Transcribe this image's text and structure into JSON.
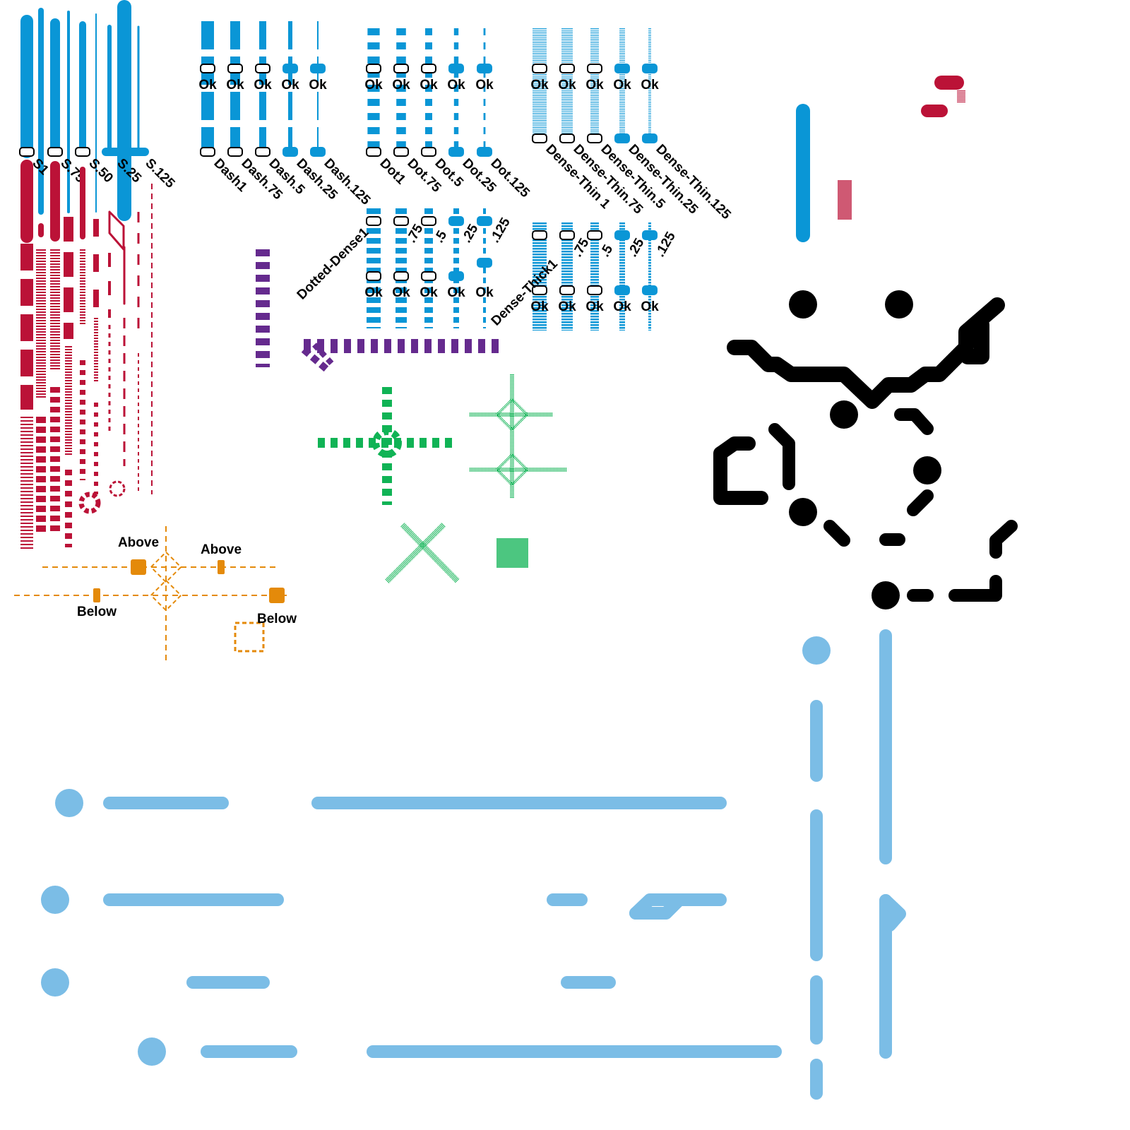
{
  "colors": {
    "blue": "#0a96d6",
    "red": "#bb1237",
    "purple": "#652a8e",
    "green": "#10b355",
    "orange": "#e48a0a",
    "black": "#000000",
    "light_blue": "#7bbde6"
  },
  "groups": {
    "solid": {
      "labels": [
        "S1",
        "S.75",
        "S.50",
        "S.25",
        "S.125"
      ]
    },
    "dash": {
      "labels": [
        "Dash1",
        "Dash.75",
        "Dash.5",
        "Dash.25",
        "Dash.125"
      ],
      "ok": [
        "Ok",
        "Ok",
        "Ok",
        "Ok",
        "Ok"
      ]
    },
    "dot": {
      "labels": [
        "Dot1",
        "Dot.75",
        "Dot.5",
        "Dot.25",
        "Dot.125"
      ],
      "ok": [
        "Ok",
        "Ok",
        "Ok",
        "Ok",
        "Ok"
      ]
    },
    "dense_thin": {
      "labels": [
        "Dense-Thin 1",
        "Dense-Thin.75",
        "Dense-Thin.5",
        "Dense-Thin.25",
        "Dense-Thin.125"
      ],
      "ok": [
        "Ok",
        "Ok",
        "Ok",
        "Ok",
        "Ok"
      ]
    },
    "dotted_dense": {
      "labels": [
        "Dotted-Dense1",
        ".75",
        ".5",
        ".25",
        ".125"
      ],
      "ok": [
        "Ok",
        "Ok",
        "Ok",
        "Ok",
        "Ok"
      ]
    },
    "dense_thick": {
      "labels": [
        "Dense-Thick1",
        ".75",
        ".5",
        ".25",
        ".125"
      ],
      "ok": [
        "Ok",
        "Ok",
        "Ok",
        "Ok",
        "Ok"
      ]
    }
  },
  "orange_labels": {
    "above_1": "Above",
    "above_2": "Above",
    "below_1": "Below",
    "below_2": "Below"
  }
}
